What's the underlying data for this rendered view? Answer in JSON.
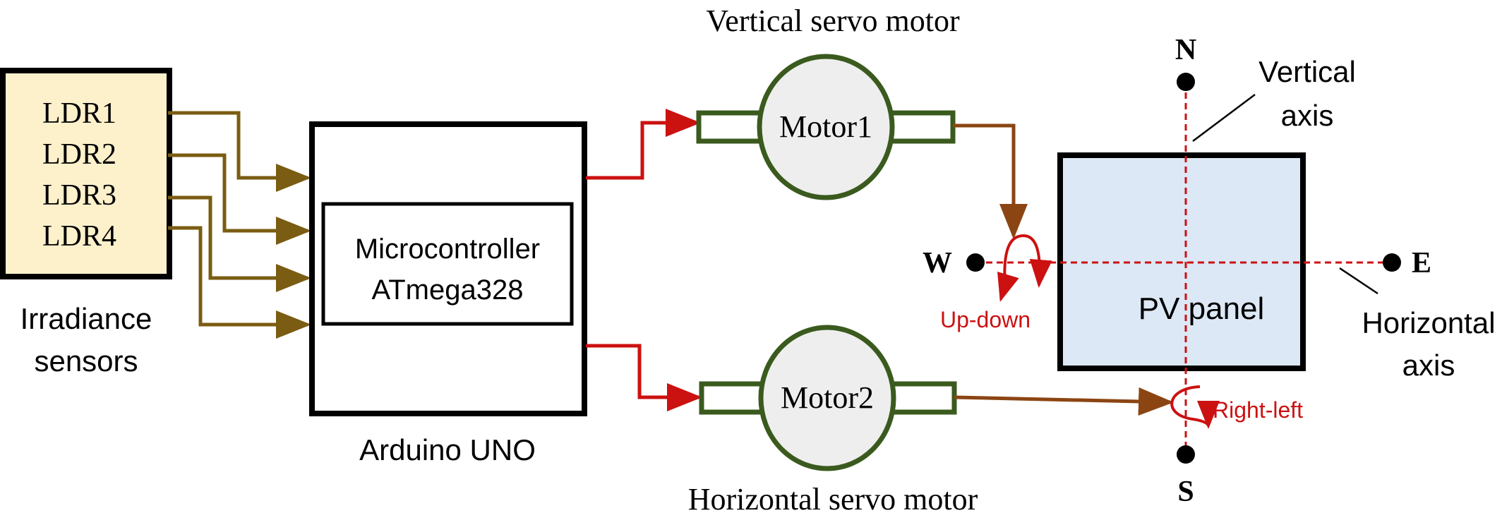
{
  "sensors": {
    "items": [
      "LDR1",
      "LDR2",
      "LDR3",
      "LDR4"
    ],
    "caption_line1": "Irradiance",
    "caption_line2": "sensors"
  },
  "controller": {
    "inner_line1": "Microcontroller",
    "inner_line2": "ATmega328",
    "caption": "Arduino UNO"
  },
  "motor1": {
    "label": "Motor1",
    "caption": "Vertical servo motor"
  },
  "motor2": {
    "label": "Motor2",
    "caption": "Horizontal servo motor"
  },
  "panel": {
    "label": "PV panel"
  },
  "compass": {
    "north": "N",
    "south": "S",
    "west": "W",
    "east": "E"
  },
  "axes": {
    "vertical_line1": "Vertical",
    "vertical_line2": "axis",
    "horizontal_line1": "Horizontal",
    "horizontal_line2": "axis"
  },
  "motions": {
    "up_down": "Up-down",
    "right_left": "Right-left"
  },
  "colors": {
    "sensor_fill": "#fdf1cc",
    "sensor_wire": "#7a5c12",
    "signal_wire": "#cc1111",
    "motor_border": "#3a5a1e",
    "motor_fill": "#eeeeee",
    "panel_fill": "#dce8f5",
    "drive_wire": "#8b4513",
    "axis_line": "#cc1111",
    "motion_text": "#cc1111"
  }
}
